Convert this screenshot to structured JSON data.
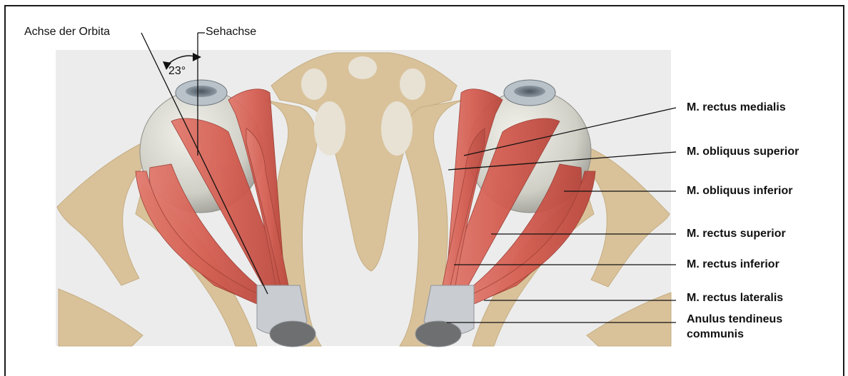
{
  "labels": {
    "orbit_axis": "Achse der Orbita",
    "visual_axis": "Sehachse",
    "angle": "23°",
    "rectus_medialis": "M. rectus medialis",
    "obliquus_superior": "M. obliquus superior",
    "obliquus_inferior": "M. obliquus inferior",
    "rectus_superior": "M. rectus superior",
    "rectus_inferior": "M. rectus inferior",
    "rectus_lateralis": "M. rectus lateralis",
    "anulus_line1": "Anulus tendineus",
    "anulus_line2": "communis"
  },
  "colors": {
    "bone": "#d9c29a",
    "background_panel": "#ececec",
    "muscle": "#d9665a",
    "muscle_dark": "#b8463c",
    "eyeball": "#dcdcd4",
    "tendon": "#c9ccd0"
  }
}
